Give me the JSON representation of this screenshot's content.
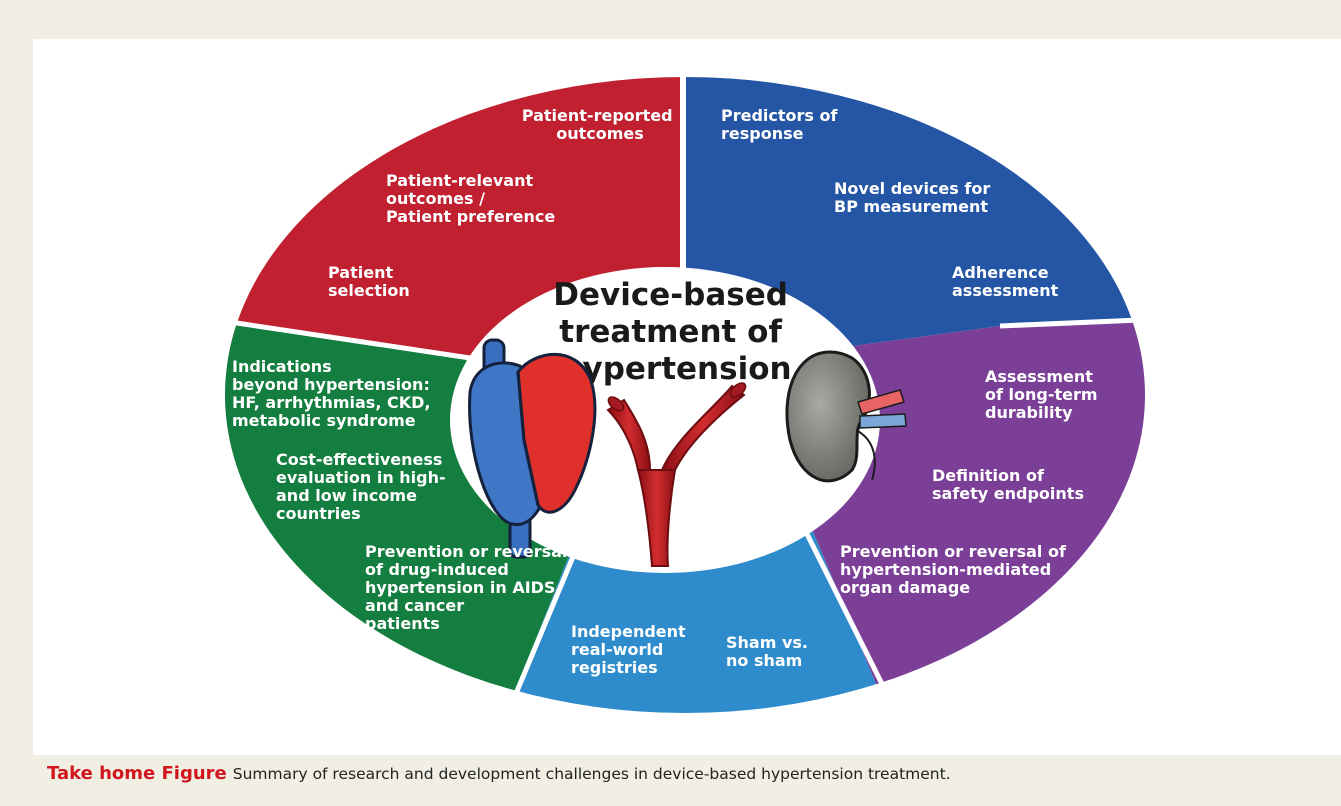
{
  "diagram": {
    "center_title": [
      "Device-based",
      "treatment of",
      "hypertension"
    ],
    "segments": {
      "red": {
        "color": "#c0202f",
        "items": [
          [
            "Patient-reported",
            "outcomes"
          ],
          [
            "Patient-relevant",
            "outcomes /",
            "Patient preference"
          ],
          [
            "Patient",
            "selection"
          ]
        ]
      },
      "dark_blue": {
        "color": "#2556a6",
        "items": [
          [
            "Predictors of",
            "response"
          ],
          [
            "Novel devices for",
            "BP measurement"
          ],
          [
            "Adherence",
            "assessment"
          ]
        ]
      },
      "purple": {
        "color": "#7b3f98",
        "items": [
          [
            "Assessment",
            "of long-term",
            "durability"
          ],
          [
            "Definition of",
            "safety endpoints"
          ],
          [
            "Prevention or reversal of",
            "hypertension-mediated",
            "organ damage"
          ]
        ]
      },
      "light_blue": {
        "color": "#2f8ccc",
        "items": [
          [
            "Independent",
            "real-world",
            "registries"
          ],
          [
            "Sham vs.",
            "no sham"
          ]
        ]
      },
      "green": {
        "color": "#137e3f",
        "items": [
          [
            "Indications",
            "beyond hypertension:",
            "HF, arrhythmias, CKD,",
            "metabolic syndrome"
          ],
          [
            "Cost-effectiveness",
            "evaluation in high-",
            "and low income",
            "countries"
          ],
          [
            "Prevention or reversal",
            "of drug-induced",
            "hypertension in AIDS",
            "and cancer",
            "patients"
          ]
        ]
      }
    },
    "icons": [
      "heart-icon",
      "artery-icon",
      "kidney-icon"
    ]
  },
  "caption": {
    "label": "Take home Figure",
    "text": "Summary of research and development challenges in device-based hypertension treatment."
  }
}
